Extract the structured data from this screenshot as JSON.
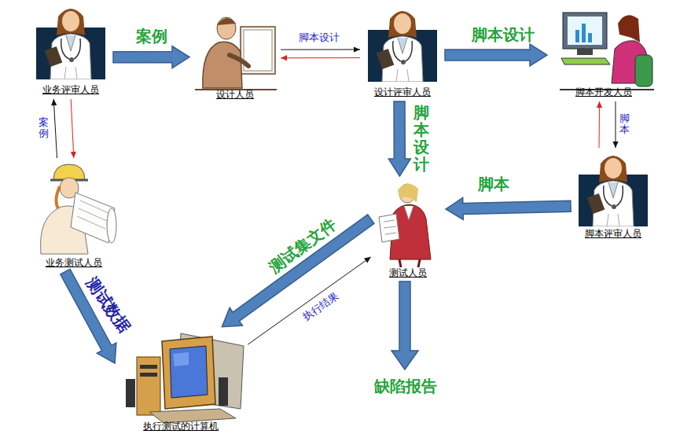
{
  "diagram": {
    "nodes": [
      {
        "text": [
          "业务评审人员"
        ]
      },
      {
        "text": [
          "设计人员"
        ]
      },
      {
        "text": [
          "设计评审人员"
        ]
      },
      {
        "text": [
          "脚本开发人员"
        ]
      },
      {
        "text": [
          "业务测试人员"
        ]
      },
      {
        "text": [
          "测试人员"
        ]
      },
      {
        "text": [
          "脚本评审人员"
        ]
      },
      {
        "text": [
          "执行测试的计算机"
        ]
      }
    ],
    "edges": [
      {
        "from": 0,
        "to": 1,
        "label": "案例",
        "arrow": "to"
      },
      {
        "from": 1,
        "to": 2,
        "label": "脚本设计",
        "arrow": "to"
      },
      {
        "from": 2,
        "to": 1,
        "arrow": "to"
      },
      {
        "from": 2,
        "to": 3,
        "label": "脚本设计",
        "arrow": "to"
      },
      {
        "from": 3,
        "to": 6,
        "label": "脚本",
        "arrow": "to"
      },
      {
        "from": 6,
        "to": 3,
        "arrow": "to"
      },
      {
        "from": 2,
        "to": 5,
        "label": "脚本设计",
        "arrow": "to"
      },
      {
        "from": 6,
        "to": 5,
        "label": "脚本",
        "arrow": "to"
      },
      {
        "from": 5,
        "to": 7,
        "label": "测试集文件",
        "arrow": "to"
      },
      {
        "from": 7,
        "to": 5,
        "label": "执行结果",
        "arrow": "to"
      },
      {
        "from": 4,
        "to": 7,
        "label": "测试数据",
        "arrow": "to"
      },
      {
        "from": 4,
        "to": 0,
        "label": "案例",
        "arrow": "to"
      },
      {
        "from": 0,
        "to": 4,
        "arrow": "to"
      }
    ],
    "labels": [
      "缺陷报告"
    ]
  }
}
